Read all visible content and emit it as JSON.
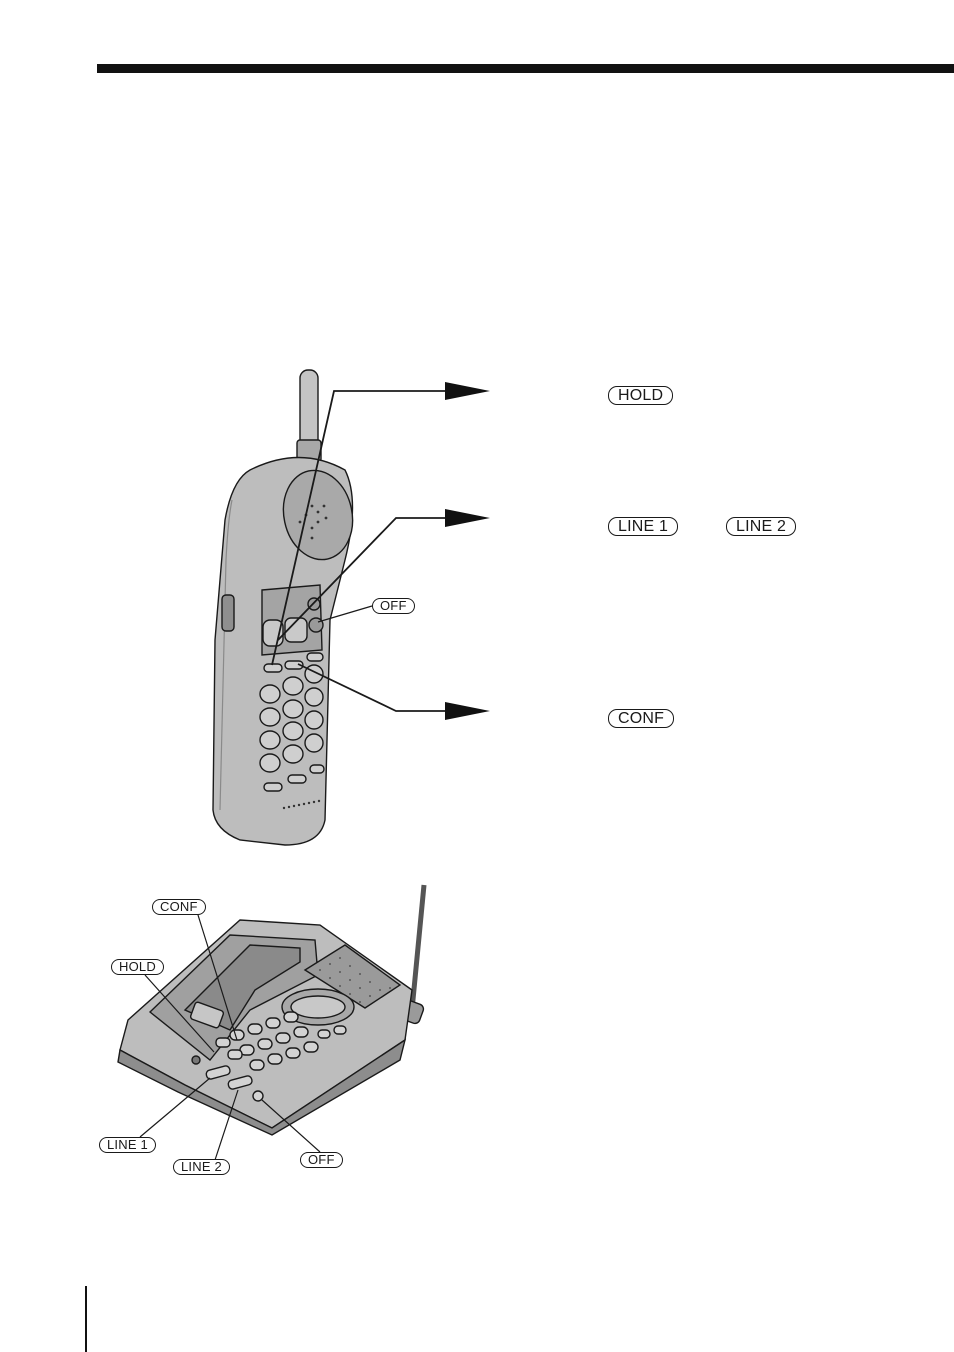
{
  "keys": {
    "hold": "HOLD",
    "line1": "LINE 1",
    "line2": "LINE 2",
    "conf": "CONF",
    "off": "OFF"
  },
  "handset_callouts": {
    "off": "OFF"
  },
  "base_callouts": {
    "conf": "CONF",
    "hold": "HOLD",
    "line1": "LINE 1",
    "line2": "LINE 2",
    "off": "OFF"
  }
}
